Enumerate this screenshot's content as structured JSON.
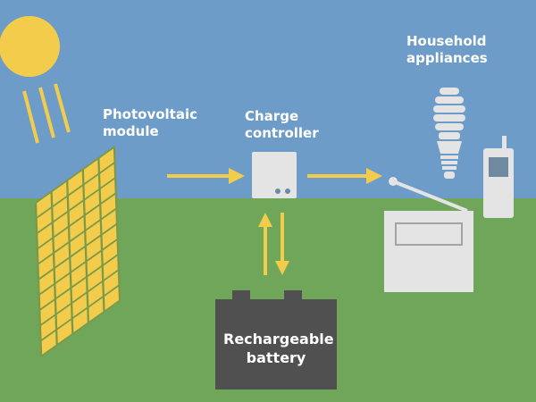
{
  "labels": {
    "pv_module": [
      "Photovoltaic",
      "module"
    ],
    "charge_controller": [
      "Charge",
      "controller"
    ],
    "household_appliances": [
      "Household",
      "appliances"
    ],
    "battery": [
      "Rechargeable",
      "battery"
    ]
  },
  "colors": {
    "sky": "#6e9cc8",
    "ground": "#6fa65a",
    "sun": "#f2cc4a",
    "panel_cell": "#f2cc4a",
    "panel_grid": "#7a9a4a",
    "arrow": "#f2cc4a",
    "device": "#e4e4e4",
    "device_detail": "#6f8aa0",
    "battery": "#505050",
    "label": "#ffffff"
  },
  "icons": [
    "sun-icon",
    "solar-panel-icon",
    "charge-controller-icon",
    "battery-icon",
    "light-bulb-icon",
    "radio-icon",
    "mobile-phone-icon"
  ]
}
